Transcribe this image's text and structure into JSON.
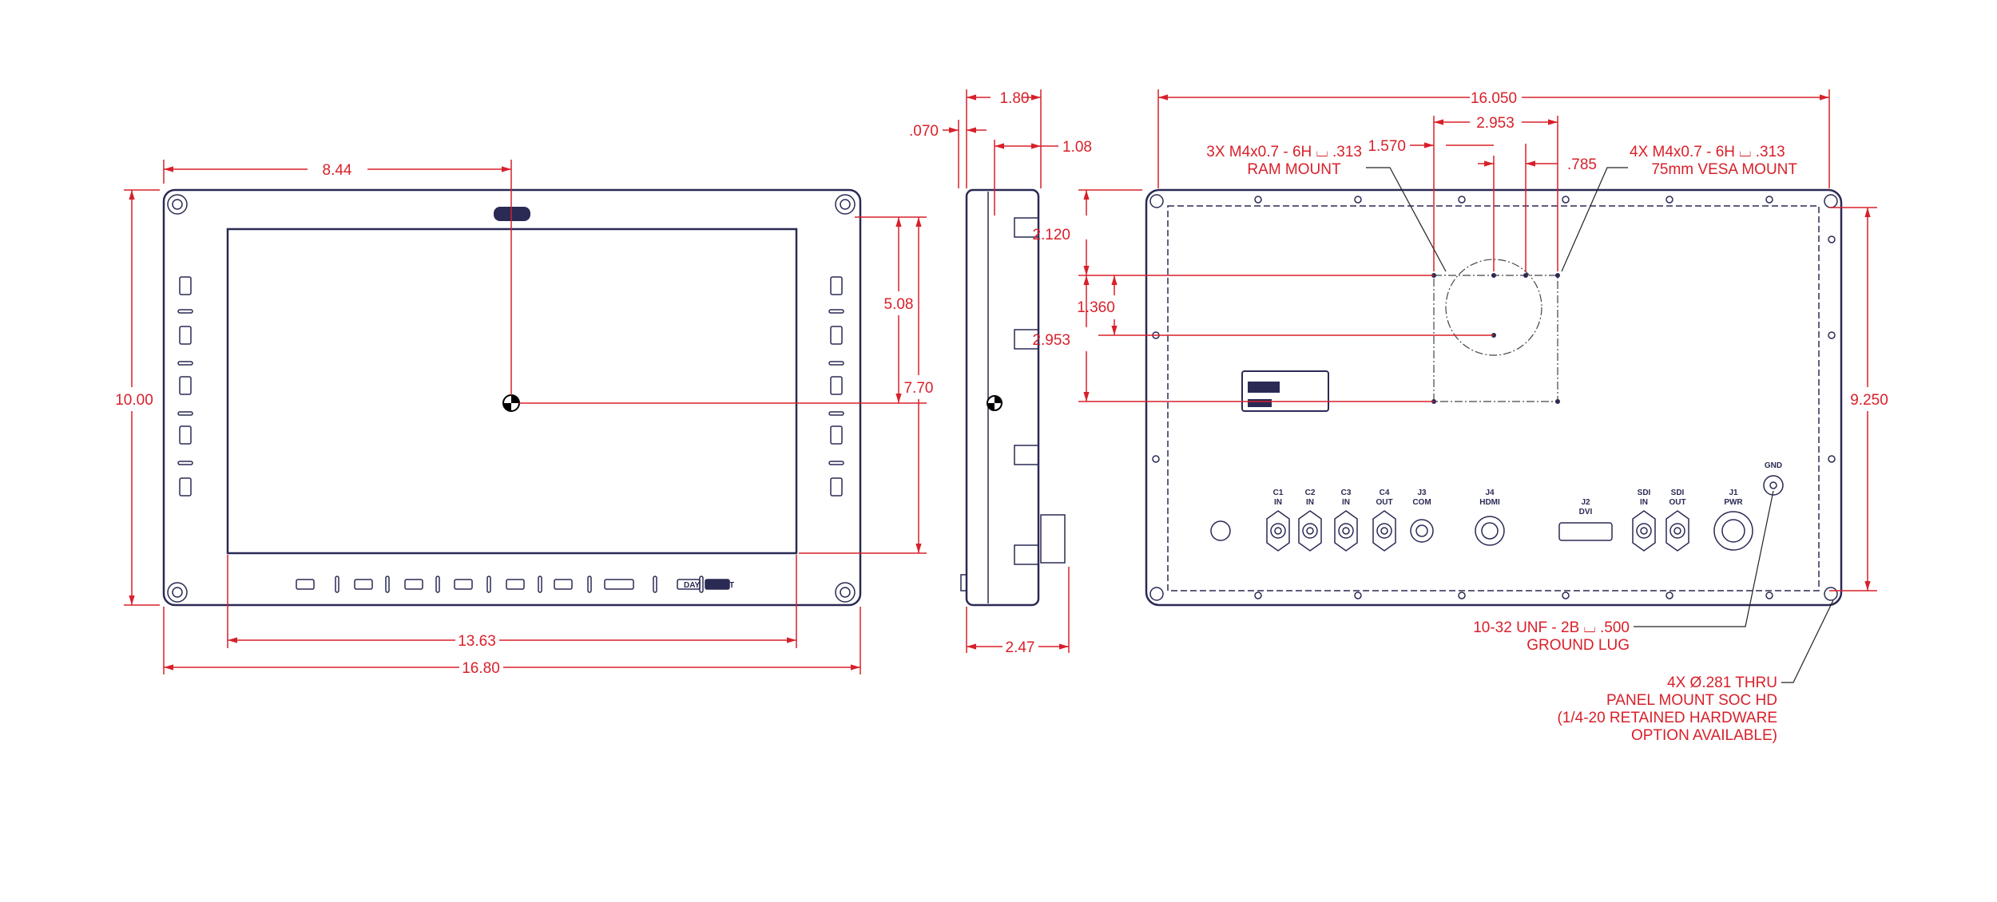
{
  "front_view": {
    "dims": {
      "width_to_center": "8.44",
      "height": "10.00",
      "center_to_top": "5.08",
      "screen_height": "7.70",
      "screen_width": "13.63",
      "overall_width": "16.80"
    },
    "bottom_buttons": [
      "DAY",
      "NIGHT"
    ]
  },
  "side_view": {
    "dims": {
      "depth_top": "1.80",
      "offset": ".070",
      "boss_depth": "1.08",
      "overall_depth": "2.47"
    }
  },
  "rear_view": {
    "dims": {
      "overall_width": "16.050",
      "vesa_width": "2.953",
      "ram_offset": "1.570",
      "vesa_half": ".785",
      "top_to_vesa": "2.120",
      "ram_spacing": "1.360",
      "vesa_height": "2.953",
      "hole_spacing": "9.250"
    },
    "callouts": {
      "ram": [
        "3X M4x0.7 - 6H ⌴ .313",
        "RAM MOUNT"
      ],
      "vesa": [
        "4X M4x0.7 - 6H ⌴ .313",
        "75mm VESA MOUNT"
      ],
      "ground": [
        "10-32 UNF - 2B ⌴ .500",
        "GROUND LUG"
      ],
      "panel": [
        "4X Ø.281 THRU",
        "PANEL MOUNT SOC HD",
        "(1/4-20 RETAINED HARDWARE",
        "OPTION AVAILABLE)"
      ]
    },
    "connectors": [
      {
        "id": "C1",
        "sub": "IN"
      },
      {
        "id": "C2",
        "sub": "IN"
      },
      {
        "id": "C3",
        "sub": "IN"
      },
      {
        "id": "C4",
        "sub": "OUT"
      },
      {
        "id": "J3",
        "sub": "COM"
      },
      {
        "id": "J4",
        "sub": "HDMI"
      },
      {
        "id": "J2",
        "sub": "DVI"
      },
      {
        "id": "SDI",
        "sub": "IN"
      },
      {
        "id": "SDI",
        "sub": "OUT"
      },
      {
        "id": "J1",
        "sub": "PWR"
      }
    ],
    "gnd_label": "GND"
  },
  "colors": {
    "dimension": "#d8202a",
    "outline": "#2a2a55"
  }
}
